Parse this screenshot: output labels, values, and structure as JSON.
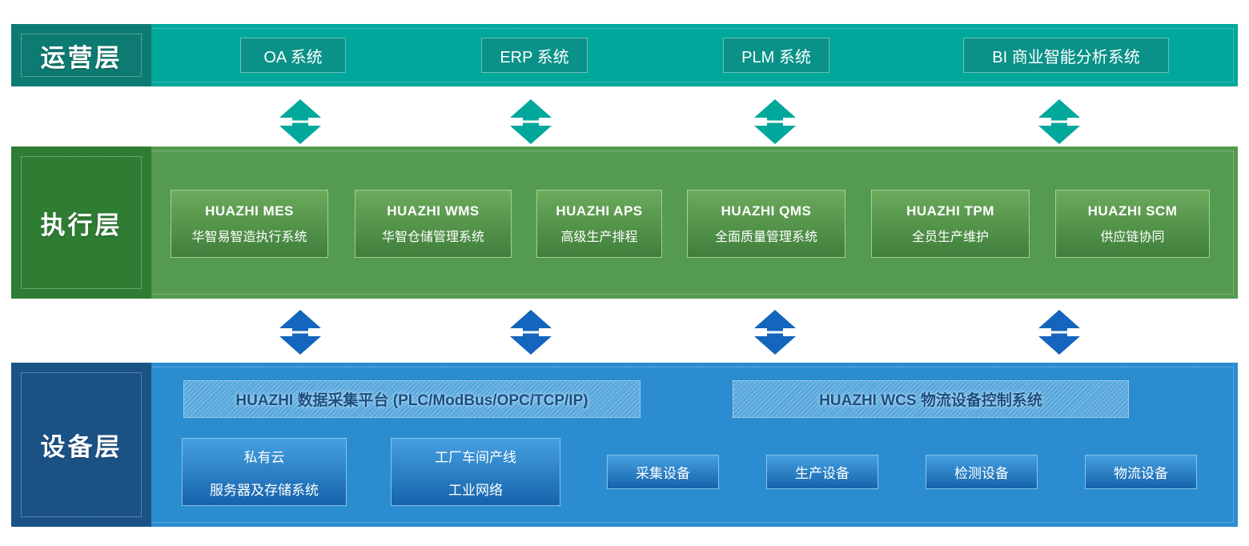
{
  "operations_layer": {
    "label": "运营层",
    "systems": [
      {
        "label": "OA 系统"
      },
      {
        "label": "ERP 系统"
      },
      {
        "label": "PLM 系统"
      },
      {
        "label": "BI 商业智能分析系统"
      }
    ]
  },
  "execution_layer": {
    "label": "执行层",
    "systems": [
      {
        "title": "HUAZHI MES",
        "subtitle": "华智易智造执行系统"
      },
      {
        "title": "HUAZHI WMS",
        "subtitle": "华智仓储管理系统"
      },
      {
        "title": "HUAZHI APS",
        "subtitle": "高级生产排程"
      },
      {
        "title": "HUAZHI QMS",
        "subtitle": "全面质量管理系统"
      },
      {
        "title": "HUAZHI TPM",
        "subtitle": "全员生产维护"
      },
      {
        "title": "HUAZHI SCM",
        "subtitle": "供应链协同"
      }
    ]
  },
  "device_layer": {
    "label": "设备层",
    "platform_bars": [
      {
        "label": "HUAZHI 数据采集平台 (PLC/ModBus/OPC/TCP/IP)"
      },
      {
        "label": "HUAZHI WCS 物流设备控制系统"
      }
    ],
    "infrastructure_boxes": [
      {
        "line1": "私有云",
        "line2": "服务器及存储系统"
      },
      {
        "line1": "工厂车间产线",
        "line2": "工业网络"
      }
    ],
    "device_boxes": [
      {
        "label": "采集设备"
      },
      {
        "label": "生产设备"
      },
      {
        "label": "检测设备"
      },
      {
        "label": "物流设备"
      }
    ]
  },
  "icons": {
    "connector": "up-down-arrow-icon"
  },
  "colors": {
    "operations_band": "#00a79b",
    "operations_label_bg": "#0d7b72",
    "operations_box_bg": "#0a9188",
    "execution_band": "#549a50",
    "execution_label_bg": "#2e7d33",
    "execution_box_top": "#6cab5c",
    "execution_box_bottom": "#3f7f3b",
    "execution_box_border": "#a3cf98",
    "device_band": "#2b8dd0",
    "device_label_bg": "#1a5286",
    "device_hatch_bg": "#57a7dc",
    "device_hatch_text": "#1c4e7e",
    "device_box_top": "#45a0e0",
    "device_box_bottom": "#1563ab",
    "device_box_border": "#86c2ec",
    "arrow_top": "#00a79b",
    "arrow_bottom": "#1465bd"
  }
}
